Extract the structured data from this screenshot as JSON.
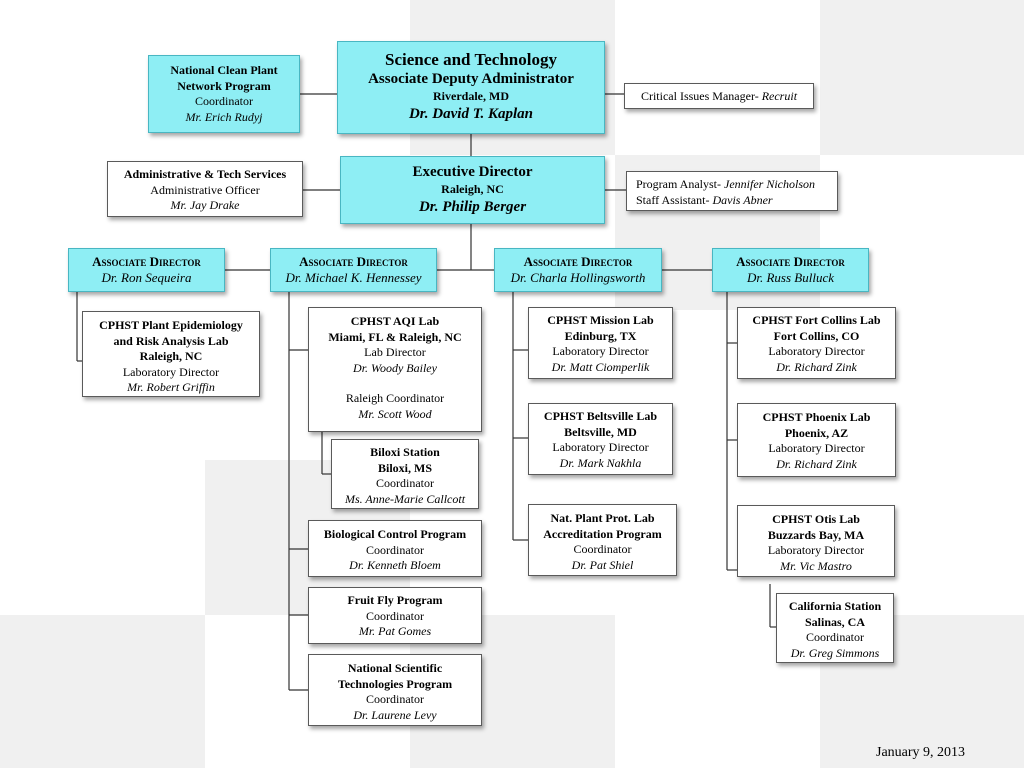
{
  "top": {
    "title": "Science and Technology",
    "subtitle": "Associate Deputy Administrator",
    "location": "Riverdale, MD",
    "name": "Dr. David T. Kaplan"
  },
  "ncpn": {
    "line1": "National Clean Plant",
    "line2": "Network Program",
    "role": "Coordinator",
    "name": "Mr. Erich Rudyj"
  },
  "critical": {
    "label": "Critical Issues Manager- ",
    "name": "Recruit"
  },
  "exec": {
    "title": "Executive Director",
    "location": "Raleigh, NC",
    "name": "Dr. Philip Berger"
  },
  "admin": {
    "title": "Administrative & Tech Services",
    "role": "Administrative Officer",
    "name": "Mr. Jay Drake"
  },
  "staff": {
    "l1": "Program Analyst- ",
    "n1": "Jennifer Nicholson",
    "l2": "Staff Assistant- ",
    "n2": "Davis Abner"
  },
  "assoc_title": "Associate Director",
  "ad": [
    {
      "name": "Dr. Ron Sequeira"
    },
    {
      "name": "Dr. Michael K. Hennessey"
    },
    {
      "name": "Dr. Charla Hollingsworth"
    },
    {
      "name": "Dr. Russ Bulluck"
    }
  ],
  "col1": [
    {
      "l1": "CPHST Plant Epidemiology",
      "l2": "and Risk Analysis Lab",
      "l3": "Raleigh, NC",
      "role": "Laboratory Director",
      "name": "Mr. Robert Griffin"
    }
  ],
  "col2": {
    "aqi": {
      "l1": "CPHST AQI Lab",
      "l2": "Miami, FL & Raleigh, NC",
      "role": "Lab Director",
      "name": "Dr. Woody Bailey",
      "role2": "Raleigh Coordinator",
      "name2": "Mr. Scott Wood"
    },
    "biloxi": {
      "l1": "Biloxi Station",
      "l2": "Biloxi, MS",
      "role": "Coordinator",
      "name": "Ms. Anne-Marie Callcott"
    },
    "bio": {
      "l1": "Biological Control Program",
      "role": "Coordinator",
      "name": "Dr. Kenneth Bloem"
    },
    "fruit": {
      "l1": "Fruit Fly Program",
      "role": "Coordinator",
      "name": "Mr. Pat Gomes"
    },
    "nst": {
      "l1": "National Scientific",
      "l2": "Technologies Program",
      "role": "Coordinator",
      "name": "Dr. Laurene Levy"
    }
  },
  "col3": {
    "mission": {
      "l1": "CPHST Mission Lab",
      "l2": "Edinburg, TX",
      "role": "Laboratory Director",
      "name": "Dr. Matt Ciomperlik"
    },
    "belts": {
      "l1": "CPHST Beltsville Lab",
      "l2": "Beltsville, MD",
      "role": "Laboratory Director",
      "name": "Dr. Mark Nakhla"
    },
    "npp": {
      "l1": "Nat. Plant Prot. Lab",
      "l2": "Accreditation Program",
      "role": "Coordinator",
      "name": "Dr. Pat Shiel"
    }
  },
  "col4": {
    "fc": {
      "l1": "CPHST Fort Collins Lab",
      "l2": "Fort Collins, CO",
      "role": "Laboratory Director",
      "name": "Dr. Richard Zink"
    },
    "phx": {
      "l1": "CPHST Phoenix Lab",
      "l2": "Phoenix, AZ",
      "role": "Laboratory Director",
      "name": "Dr. Richard Zink"
    },
    "otis": {
      "l1": "CPHST Otis Lab",
      "l2": "Buzzards Bay, MA",
      "role": "Laboratory Director",
      "name": "Mr. Vic Mastro"
    },
    "cal": {
      "l1": "California Station",
      "l2": "Salinas, CA",
      "role": "Coordinator",
      "name": "Dr. Greg Simmons"
    }
  },
  "date": "January 9, 2013"
}
